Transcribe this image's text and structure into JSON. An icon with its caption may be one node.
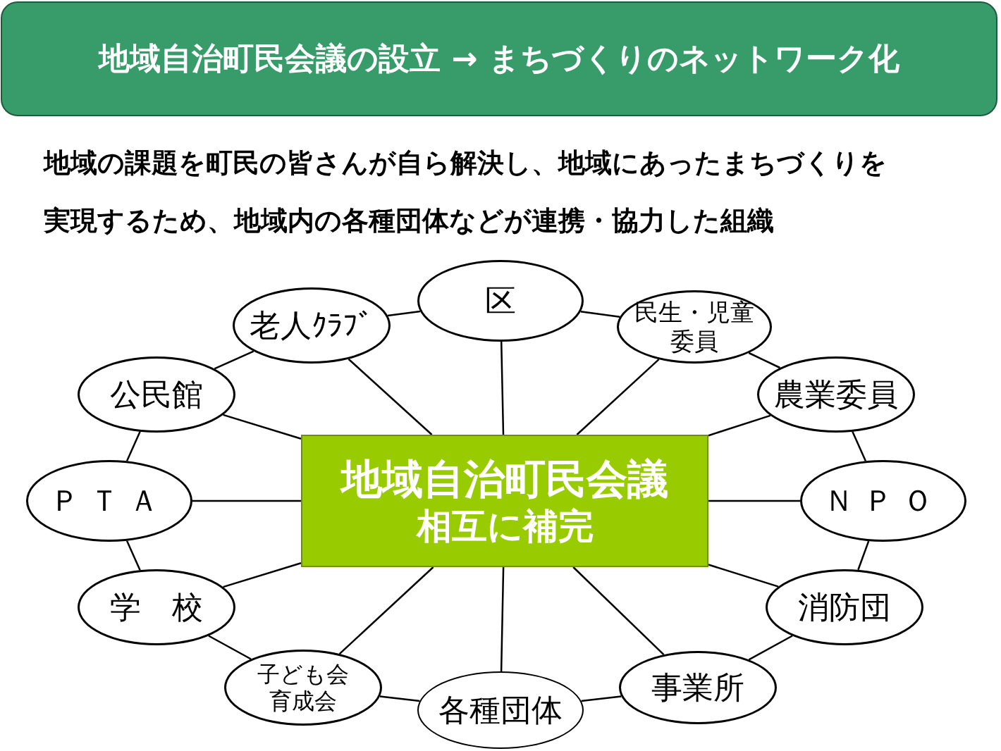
{
  "diagram": {
    "title": "地域自治町民会議の設立 → まちづくりのネットワーク化",
    "nodes": [
      {
        "text": [
          "地域自治町民会議",
          "相互に補完"
        ]
      },
      {
        "text": [
          "区"
        ]
      },
      {
        "text": [
          "民生・児童委員"
        ]
      },
      {
        "text": [
          "農業委員"
        ]
      },
      {
        "text": [
          "ＮＰＯ"
        ]
      },
      {
        "text": [
          "消防団"
        ]
      },
      {
        "text": [
          "事業所"
        ]
      },
      {
        "text": [
          "各種団体"
        ]
      },
      {
        "text": [
          "子ども会育成会"
        ]
      },
      {
        "text": [
          "学　校"
        ]
      },
      {
        "text": [
          "ＰＴＡ"
        ]
      },
      {
        "text": [
          "公民館"
        ]
      },
      {
        "text": [
          "老人ｸﾗﾌﾞ"
        ]
      }
    ],
    "edges": [
      {
        "from": 0,
        "to": 1,
        "arrow": "none"
      },
      {
        "from": 0,
        "to": 2,
        "arrow": "none"
      },
      {
        "from": 0,
        "to": 3,
        "arrow": "none"
      },
      {
        "from": 0,
        "to": 4,
        "arrow": "none"
      },
      {
        "from": 0,
        "to": 5,
        "arrow": "none"
      },
      {
        "from": 0,
        "to": 6,
        "arrow": "none"
      },
      {
        "from": 0,
        "to": 7,
        "arrow": "none"
      },
      {
        "from": 0,
        "to": 8,
        "arrow": "none"
      },
      {
        "from": 0,
        "to": 9,
        "arrow": "none"
      },
      {
        "from": 0,
        "to": 10,
        "arrow": "none"
      },
      {
        "from": 0,
        "to": 11,
        "arrow": "none"
      },
      {
        "from": 0,
        "to": 12,
        "arrow": "none"
      },
      {
        "from": 1,
        "to": 2,
        "arrow": "none"
      },
      {
        "from": 2,
        "to": 3,
        "arrow": "none"
      },
      {
        "from": 3,
        "to": 4,
        "arrow": "none"
      },
      {
        "from": 4,
        "to": 5,
        "arrow": "none"
      },
      {
        "from": 5,
        "to": 6,
        "arrow": "none"
      },
      {
        "from": 6,
        "to": 7,
        "arrow": "none"
      },
      {
        "from": 7,
        "to": 8,
        "arrow": "none"
      },
      {
        "from": 8,
        "to": 9,
        "arrow": "none"
      },
      {
        "from": 9,
        "to": 10,
        "arrow": "none"
      },
      {
        "from": 10,
        "to": 11,
        "arrow": "none"
      },
      {
        "from": 11,
        "to": 12,
        "arrow": "none"
      },
      {
        "from": 12,
        "to": 1,
        "arrow": "none"
      }
    ],
    "labels": [
      "地域の課題を町民の皆さんが自ら解決し、地域にあったまちづくりを実現するため、地域内の各種団体などが連携・協力した組織"
    ]
  }
}
